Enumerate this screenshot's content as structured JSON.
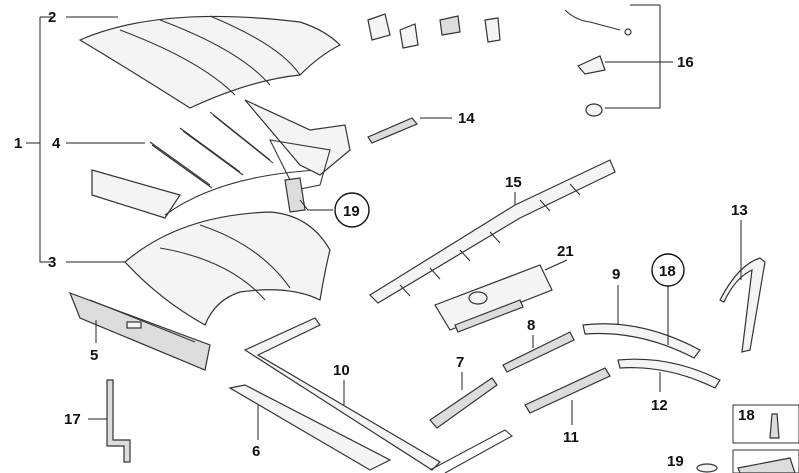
{
  "diagram": {
    "labels": {
      "l1": "1",
      "l2": "2",
      "l3": "3",
      "l4": "4",
      "l5": "5",
      "l6": "6",
      "l7": "7",
      "l8": "8",
      "l9": "9",
      "l10": "10",
      "l11": "11",
      "l12": "12",
      "l13": "13",
      "l14": "14",
      "l15": "15",
      "l16": "16",
      "l17": "17",
      "l18": "18",
      "l19": "19",
      "l21": "21",
      "c18": "18",
      "c19": "19",
      "legend18": "18",
      "legend19": "19"
    }
  }
}
